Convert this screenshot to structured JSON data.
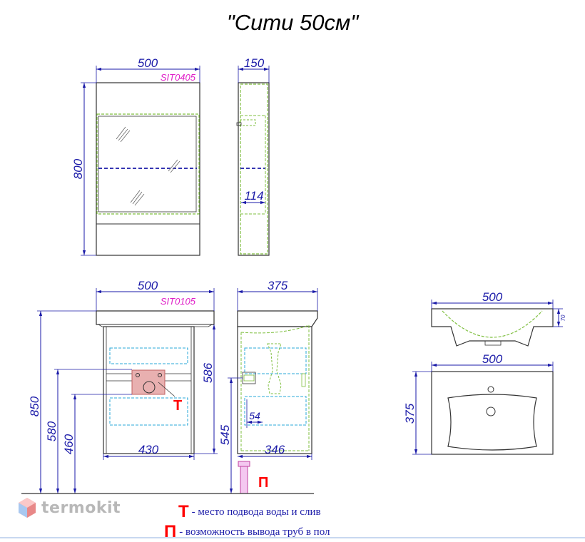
{
  "title": "\"Сити 50см\"",
  "mirror_cabinet": {
    "code": "SIT0405",
    "width": "500",
    "height": "800",
    "depth": "150",
    "shelf_depth": "114"
  },
  "vanity": {
    "code": "SIT0105",
    "width": "500",
    "inner_width": "430",
    "total_height": "850",
    "height_580": "580",
    "height_460": "460",
    "height_586": "586",
    "depth": "375",
    "inner_depth": "346",
    "height_545": "545",
    "offset_54": "54",
    "marker_t": "Т",
    "marker_p": "П"
  },
  "basin": {
    "width_side": "500",
    "height_side": "70",
    "width_top": "500",
    "depth_top": "375"
  },
  "legend": {
    "t_symbol": "Т",
    "t_text": "- место подвода воды и слив",
    "p_symbol": "П",
    "p_text": "- возможность вывода труб в пол"
  },
  "logo": {
    "text": "termokit"
  },
  "colors": {
    "dimension": "#1a1aa8",
    "code": "#e020c8",
    "marker": "#ff0000",
    "hidden_green": "#7fbf3f",
    "hidden_cyan": "#2aa8d8"
  }
}
